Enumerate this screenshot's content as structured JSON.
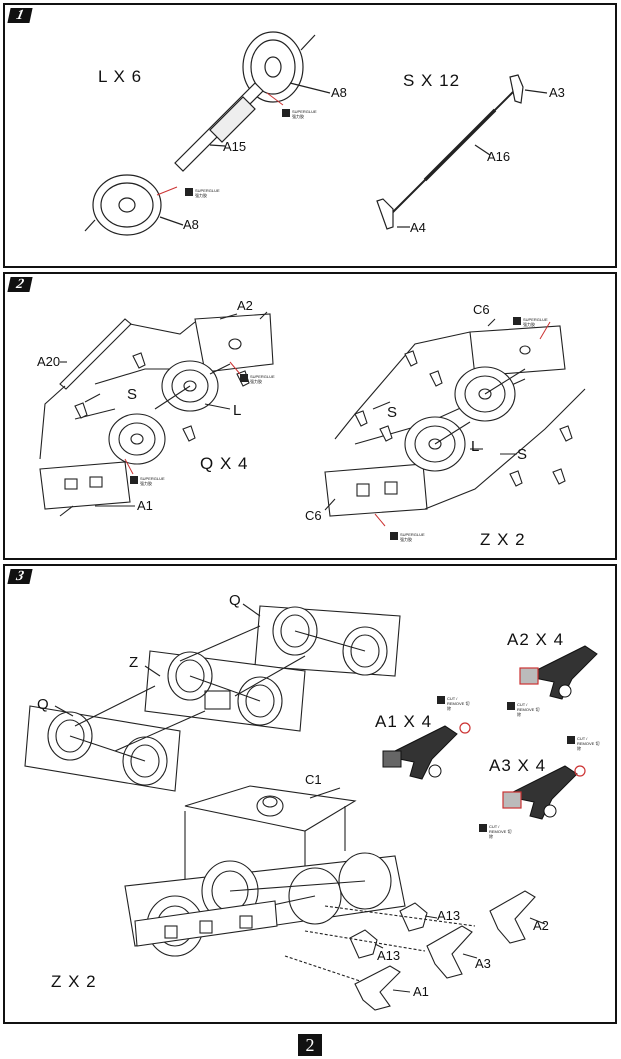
{
  "steps": {
    "step1": {
      "number": "1",
      "quantities": {
        "left": "L X 6",
        "right": "S X 12"
      },
      "labels": {
        "a8_top": "A8",
        "a15": "A15",
        "a8_bottom": "A8",
        "a3": "A3",
        "a16": "A16",
        "a4": "A4"
      },
      "glue_note": "SUPERGLUE 强力胶"
    },
    "step2": {
      "number": "2",
      "quantities": {
        "left": "Q X 4",
        "right": "Z X 2"
      },
      "labels": {
        "a2": "A2",
        "a20": "A20",
        "s_left": "S",
        "l_left": "L",
        "a1": "A1",
        "c6_top": "C6",
        "s_right_top": "S",
        "l_right": "L",
        "s_right_bottom": "S",
        "c6_bottom": "C6"
      },
      "glue_note": "SUPERGLUE 强力胶"
    },
    "step3": {
      "number": "3",
      "quantities": {
        "a2_parts": "A2 X 4",
        "a1_parts": "A1 X 4",
        "a3_parts": "A3 X 4",
        "bottom": "Z  X 2"
      },
      "labels": {
        "q_top": "Q",
        "z": "Z",
        "q_left": "Q",
        "c1": "C1",
        "a13_top": "A13",
        "a2": "A2",
        "a13_bottom": "A13",
        "a3": "A3",
        "a1": "A1"
      },
      "cut_note": "CUT / REMOVE 切除"
    }
  },
  "page_number": "2"
}
